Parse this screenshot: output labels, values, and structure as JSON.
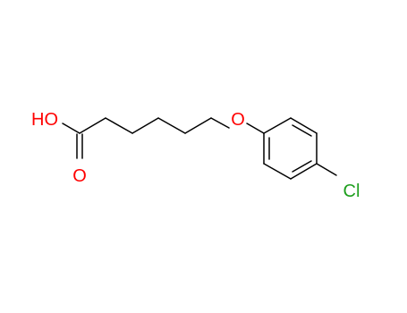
{
  "molecule": {
    "atoms": {
      "hydroxyl": "HO",
      "carbonyl_oxygen": "O",
      "ether_oxygen": "O",
      "chlorine": "Cl"
    },
    "colors": {
      "bond": "#000000",
      "oxygen": "#ff0000",
      "chlorine": "#1e9f1e"
    }
  }
}
